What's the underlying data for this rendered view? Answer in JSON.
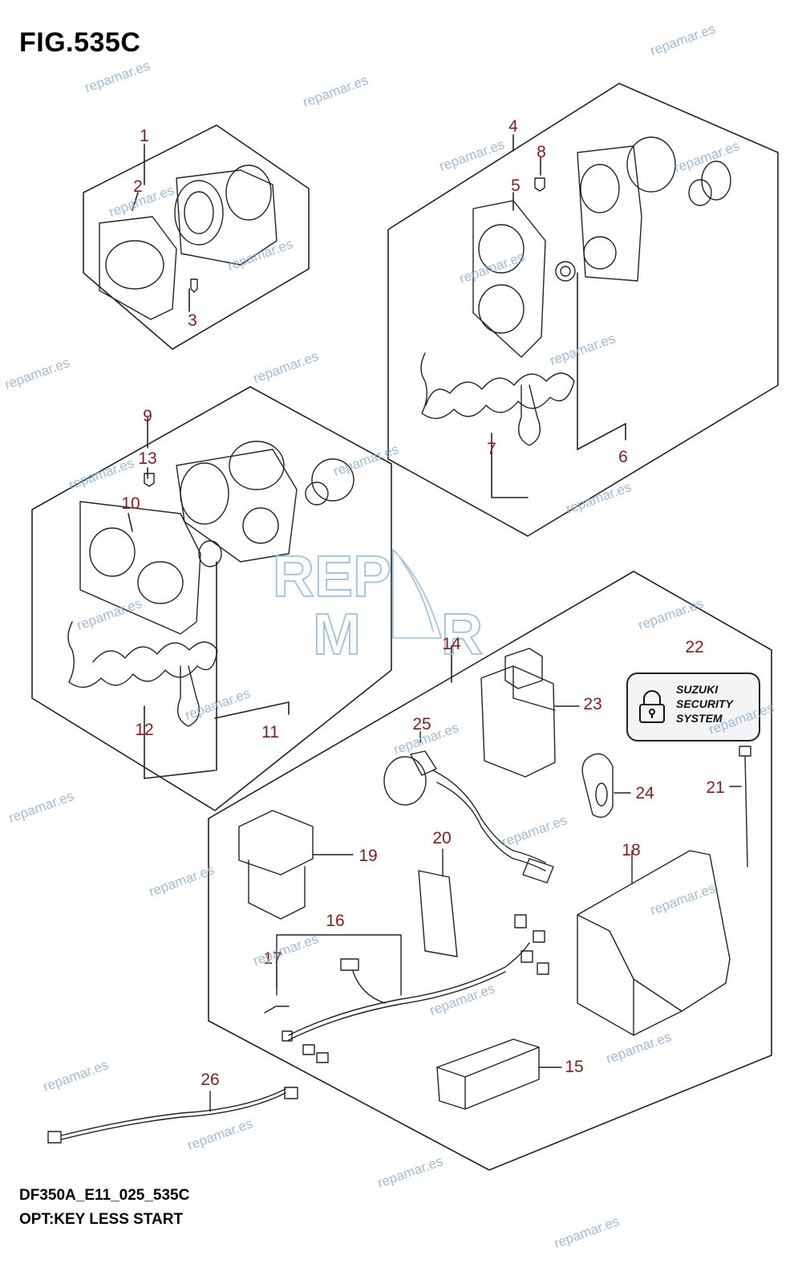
{
  "figure_title": "FIG.535C",
  "model_code": "DF350A_E11_025_535C",
  "subtitle": "OPT:KEY LESS START",
  "watermark_text": "repamar.es",
  "colors": {
    "callout": "#8b1a1a",
    "line": "#222222",
    "watermark": "#8fb0d6"
  },
  "callouts": [
    "1",
    "2",
    "3",
    "4",
    "5",
    "6",
    "7",
    "8",
    "9",
    "10",
    "11",
    "12",
    "13",
    "14",
    "15",
    "16",
    "17",
    "18",
    "19",
    "20",
    "21",
    "22",
    "23",
    "24",
    "25",
    "26"
  ],
  "security_badge": {
    "line1": "SUZUKI",
    "line2": "SECURITY",
    "line3": "SYSTEM",
    "icon": "padlock-icon"
  },
  "logo": {
    "top": "REP",
    "bottom": "M R",
    "icon": "sailboat-icon"
  }
}
